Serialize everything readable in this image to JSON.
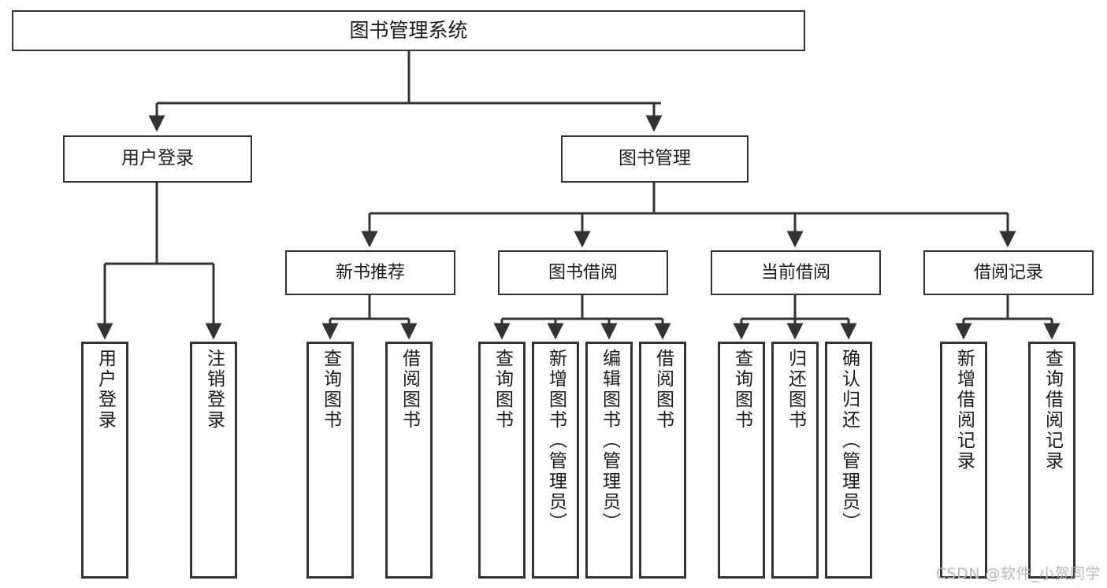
{
  "diagram": {
    "title": "图书管理系统",
    "type": "tree",
    "background": "#ffffff",
    "line_color": "#333333",
    "box_border_color": "#333333",
    "text_color": "#1a1a1a"
  },
  "root": {
    "label": "图书管理系统"
  },
  "level2": [
    {
      "label": "用户登录"
    },
    {
      "label": "图书管理"
    }
  ],
  "level3": [
    {
      "label": "新书推荐"
    },
    {
      "label": "图书借阅"
    },
    {
      "label": "当前借阅"
    },
    {
      "label": "借阅记录"
    }
  ],
  "leaves": {
    "user_login": [
      {
        "label": "用户登录"
      },
      {
        "label": "注销登录"
      }
    ],
    "new_book": [
      {
        "label": "查询图书"
      },
      {
        "label": "借阅图书"
      }
    ],
    "book_borrow": [
      {
        "label": "查询图书"
      },
      {
        "label": "新增图书（管理员）"
      },
      {
        "label": "编辑图书（管理员）"
      },
      {
        "label": "借阅图书"
      }
    ],
    "current_borrow": [
      {
        "label": "查询图书"
      },
      {
        "label": "归还图书"
      },
      {
        "label": "确认归还（管理员）"
      }
    ],
    "borrow_record": [
      {
        "label": "新增借阅记录"
      },
      {
        "label": "查询借阅记录"
      }
    ]
  },
  "watermark": {
    "text": "CSDN @软件_小贺同学"
  }
}
